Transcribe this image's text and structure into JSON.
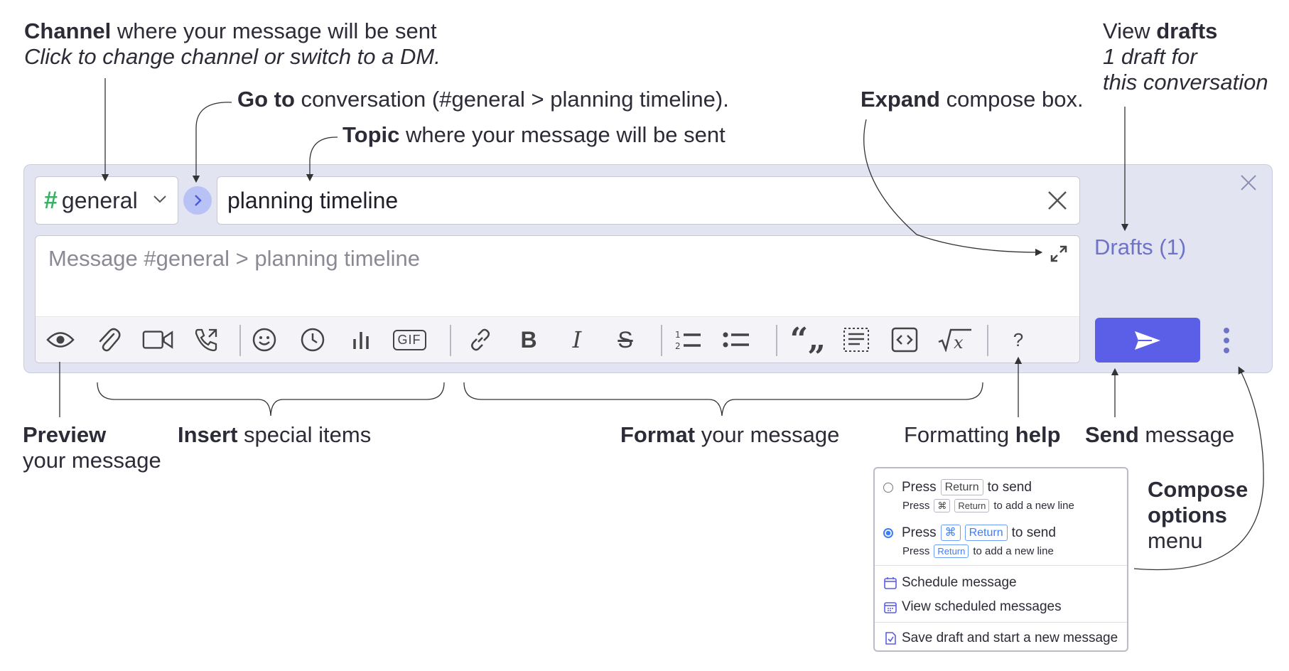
{
  "annotations": {
    "channel_bold": "Channel",
    "channel_rest": " where your message will be sent",
    "channel_hint": "Click to change channel or switch to a DM.",
    "goto_bold": "Go to",
    "goto_rest": " conversation (#general > planning timeline).",
    "topic_bold": "Topic",
    "topic_rest": " where your message will be sent",
    "expand_bold": "Expand",
    "expand_rest": " compose box.",
    "drafts_pre": "View ",
    "drafts_bold": "drafts",
    "drafts_line2": "1 draft for",
    "drafts_line3": "this conversation",
    "preview_bold": "Preview",
    "preview_line2": "your message",
    "insert_bold": "Insert",
    "insert_rest": " special items",
    "format_bold": "Format",
    "format_rest": " your message",
    "help_pre": "Formatting ",
    "help_bold": "help",
    "send_bold": "Send",
    "send_rest": " message",
    "compose_line1": "Compose",
    "compose_line2": "options",
    "compose_line3": "menu"
  },
  "compose": {
    "channel_hash": "#",
    "channel_name": "general",
    "topic_value": "planning timeline",
    "message_placeholder": "Message #general > planning timeline",
    "drafts_label": "Drafts (1)",
    "toolbar_icons": [
      "eye-icon",
      "paperclip-icon",
      "video-camera-icon",
      "phone-icon",
      "smile-icon",
      "clock-icon",
      "poll-icon",
      "gif-icon",
      "link-icon",
      "bold-icon",
      "italic-icon",
      "strikethrough-icon",
      "numbered-list-icon",
      "bullet-list-icon",
      "quote-icon",
      "spoiler-icon",
      "code-icon",
      "math-icon",
      "help-icon"
    ],
    "gif_label": "GIF",
    "help_label": "?",
    "accent_color": "#5b5ee6",
    "channel_color": "#3fae67"
  },
  "menu": {
    "opt1_press": "Press",
    "opt1_key": "Return",
    "opt1_to": "to send",
    "opt1_sub_press": "Press",
    "opt1_sub_key1": "⌘",
    "opt1_sub_key2": "Return",
    "opt1_sub_rest": "to add a new line",
    "opt2_press": "Press",
    "opt2_key1": "⌘",
    "opt2_key2": "Return",
    "opt2_to": "to send",
    "opt2_sub_press": "Press",
    "opt2_sub_key": "Return",
    "opt2_sub_rest": "to add a new line",
    "schedule": "Schedule message",
    "view_scheduled": "View scheduled messages",
    "save_draft": "Save draft and start a new message"
  }
}
